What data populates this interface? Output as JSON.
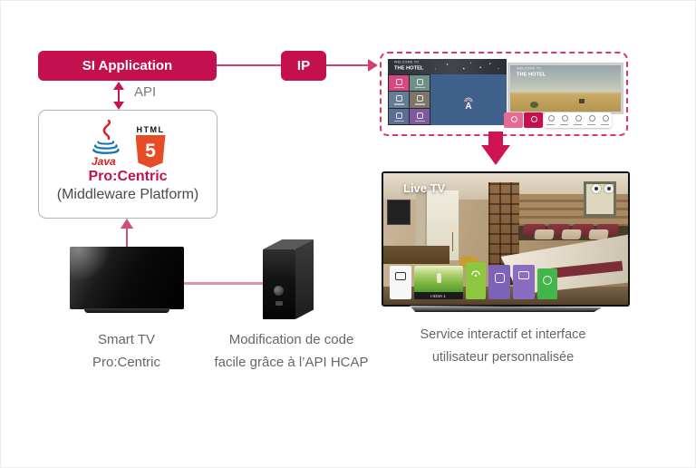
{
  "colors": {
    "brand_crimson": "#c5104f",
    "arrow_pink": "#d23f6d",
    "light_pink_line": "#dd93a9",
    "dashed_border": "#e0356b",
    "caption_gray": "#666666",
    "html5_orange": "#e44d26",
    "java_red": "#d41f26",
    "java_blue": "#1273b5"
  },
  "nodes": {
    "si_application": {
      "label": "SI Application"
    },
    "ip": {
      "label": "IP"
    },
    "api_label": "API",
    "middleware": {
      "java_label": "Java",
      "html_label": "HTML",
      "html_number": "5",
      "title": "Pro:Centric",
      "subtitle": "(Middleware Platform)"
    }
  },
  "captions": {
    "smart_tv": {
      "line1": "Smart TV",
      "line2": "Pro:Centric"
    },
    "server": {
      "line1": "Modification de code",
      "line2": "facile grâce à l’API HCAP"
    },
    "service": {
      "line1": "Service interactif et interface",
      "line2": "utilisateur personnalisée"
    }
  },
  "screens": {
    "left_tv": {
      "welcome_small": "WELCOME TO",
      "welcome_title": "THE HOTEL",
      "antenna_letter": "A"
    },
    "right_tv": {
      "welcome_small": "WELCOME TO",
      "welcome_title": "THE HOTEL"
    }
  },
  "big_tv": {
    "badge": "Live TV",
    "hdmi_label": "HDMI 1"
  }
}
